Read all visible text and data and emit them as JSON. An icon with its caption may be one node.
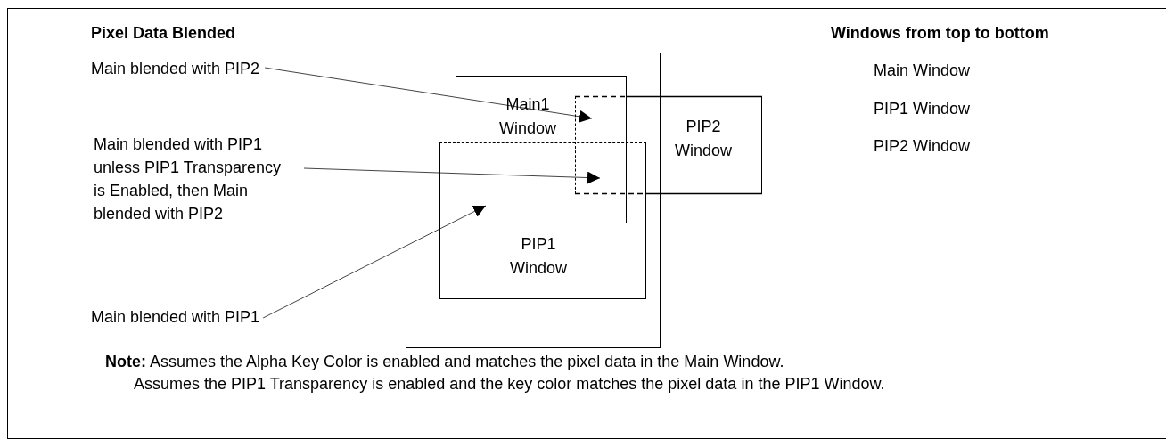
{
  "diagram": {
    "nodes": [
      {
        "text": [],
        "shape": "box"
      },
      {
        "text": [
          "Main1 Window"
        ],
        "in": 0
      },
      {
        "text": [
          "PIP2 Window"
        ]
      },
      {
        "text": [
          "PIP1 Window"
        ],
        "in": 0
      },
      {
        "text": [
          "Main blended with PIP2"
        ]
      },
      {
        "text": [
          "Main blended with PIP1 unless PIP1 Transparency is Enabled, then Main blended with PIP2"
        ]
      },
      {
        "text": [
          "Main blended with PIP1"
        ]
      }
    ],
    "edges": [
      {
        "from": 4,
        "to": 2,
        "arrow": "to"
      },
      {
        "from": 5,
        "to": 2,
        "arrow": "to"
      },
      {
        "from": 6,
        "to": 1,
        "arrow": "to"
      }
    ],
    "labels": [
      "Pixel Data Blended",
      "Windows from top to bottom",
      "Main Window",
      "PIP1 Window",
      "PIP2 Window",
      "**Note:** Assumes the Alpha Key Color is enabled and matches the pixel data in the Main Window.",
      "Assumes the PIP1 Transparency is enabled and the key color matches the pixel data in the PIP1 Window."
    ]
  }
}
